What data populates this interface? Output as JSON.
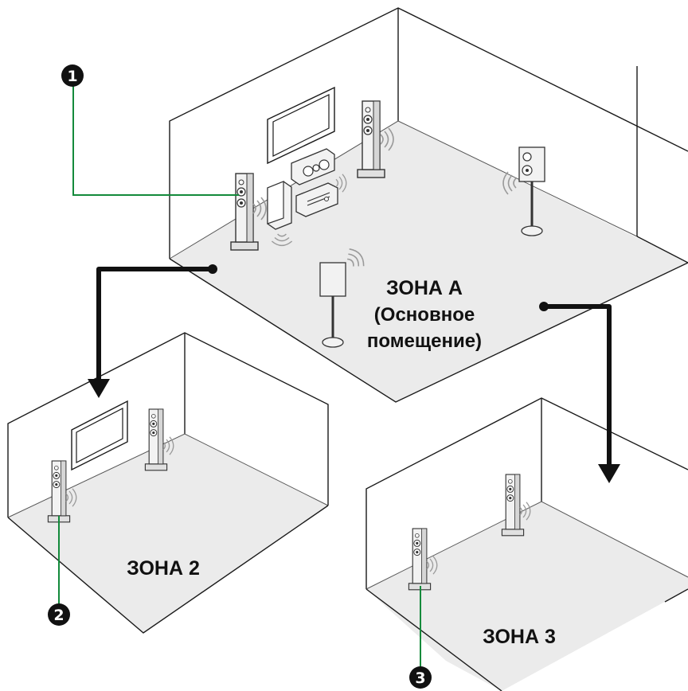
{
  "zones": {
    "main": {
      "name": "ЗОНА A",
      "subtitle_line1": "(Основное",
      "subtitle_line2": "помещение)"
    },
    "zone2": {
      "name": "ЗОНА 2"
    },
    "zone3": {
      "name": "ЗОНА 3"
    }
  },
  "callouts": [
    {
      "number": "1"
    },
    {
      "number": "2"
    },
    {
      "number": "3"
    }
  ],
  "colors": {
    "floor": "#ebebeb",
    "outline": "#1a1a1a",
    "leader": "#138a3b",
    "arrow": "#111111",
    "speaker_fill": "#f2f2f2",
    "speaker_stroke": "#333333"
  },
  "icons": [
    "floor-speaker-icon",
    "center-speaker-icon",
    "subwoofer-icon",
    "av-receiver-icon",
    "tv-icon",
    "bookshelf-speaker-icon",
    "sound-wave-icon"
  ]
}
